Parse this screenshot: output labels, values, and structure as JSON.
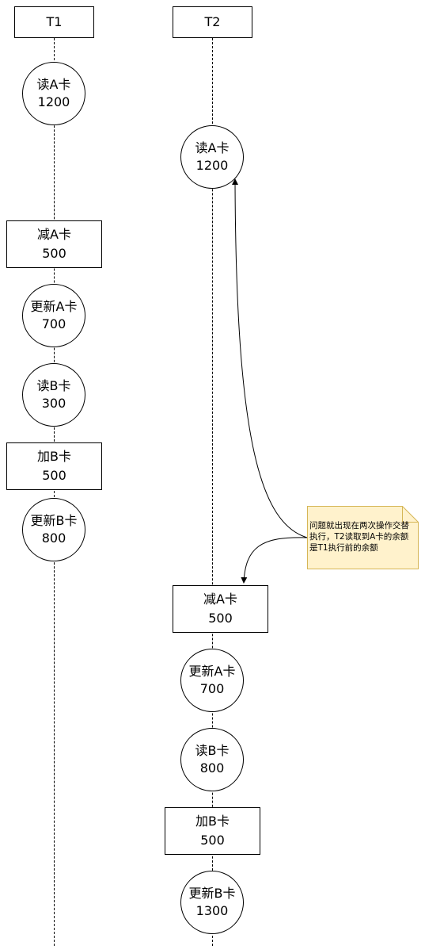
{
  "lanes": {
    "t1": "T1",
    "t2": "T2"
  },
  "t1_steps": [
    {
      "line1": "读A卡",
      "line2": "1200"
    },
    {
      "line1": "减A卡",
      "line2": "500"
    },
    {
      "line1": "更新A卡",
      "line2": "700"
    },
    {
      "line1": "读B卡",
      "line2": "300"
    },
    {
      "line1": "加B卡",
      "line2": "500"
    },
    {
      "line1": "更新B卡",
      "line2": "800"
    }
  ],
  "t2_steps": [
    {
      "line1": "读A卡",
      "line2": "1200"
    },
    {
      "line1": "减A卡",
      "line2": "500"
    },
    {
      "line1": "更新A卡",
      "line2": "700"
    },
    {
      "line1": "读B卡",
      "line2": "800"
    },
    {
      "line1": "加B卡",
      "line2": "500"
    },
    {
      "line1": "更新B卡",
      "line2": "1300"
    }
  ],
  "note": {
    "text": "问题就出现在两次操作交替执行，T2读取到A卡的余额是T1执行前的余额",
    "fill": "#fff2cc",
    "stroke": "#d6b656"
  }
}
